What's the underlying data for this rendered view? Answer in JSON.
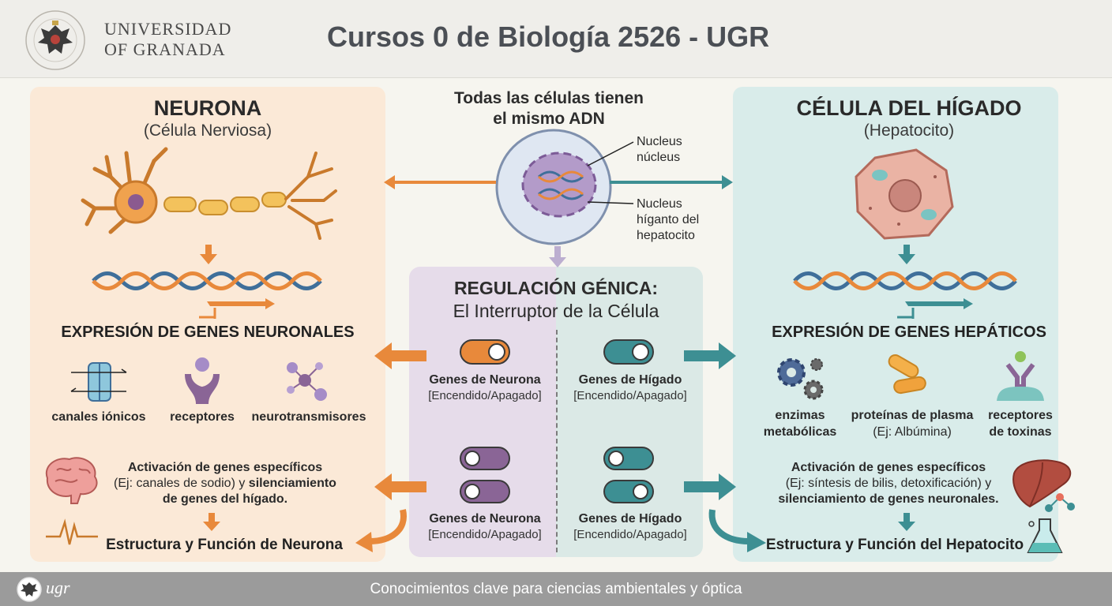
{
  "header": {
    "university_line1": "UNIVERSIDAD",
    "university_line2": "OF GRANADA",
    "title": "Cursos 0 de Biología 2526 - UGR"
  },
  "center": {
    "top_line1": "Todas las células tienen",
    "top_line2": "el mismo ADN",
    "nucleus_label1_line1": "Nucleus",
    "nucleus_label1_line2": "núcleus",
    "nucleus_label2_line1": "Nucleus",
    "nucleus_label2_line2": "híganto del",
    "nucleus_label2_line3": "hepatocito",
    "reg_title_line1": "REGULACIÓN GÉNICA:",
    "reg_title_line2": "El Interruptor de la Célula",
    "switch_groups": [
      {
        "label": "Genes de Neurona",
        "sub": "[Encendido/Apagado]"
      },
      {
        "label": "Genes de Hígado",
        "sub": "[Encendido/Apagado]"
      },
      {
        "label": "Genes de Neurona",
        "sub": "[Encendido/Apagado]"
      },
      {
        "label": "Genes de Hígado",
        "sub": "[Encendido/Apagado]"
      }
    ]
  },
  "left": {
    "title": "NEURONA",
    "subtitle": "(Célula Nerviosa)",
    "expression_title": "EXPRESIÓN DE GENES NEURONALES",
    "items": [
      "canales iónicos",
      "receptores",
      "neurotransmisores"
    ],
    "activation_line1": "Activación de genes específicos",
    "activation_line2a": "(Ej: canales de sodio) y ",
    "activation_line2b": "silenciamiento",
    "activation_line3": "de genes del hígado.",
    "result": "Estructura y Función de Neurona"
  },
  "right": {
    "title": "CÉLULA DEL HÍGADO",
    "subtitle": "(Hepatocito)",
    "expression_title": "EXPRESIÓN DE GENES HEPÁTICOS",
    "item1_line1": "enzimas",
    "item1_line2": "metabólicas",
    "item2_line1": "proteínas de plasma",
    "item2_line2": "(Ej: Albúmina)",
    "item3_line1": "receptores",
    "item3_line2": "de toxinas",
    "activation_line1": "Activación de genes específicos",
    "activation_line2": "(Ej: síntesis de bilis, detoxificación) y",
    "activation_line3": "silenciamiento de genes neuronales.",
    "result": "Estructura y Función del Hepatocito"
  },
  "footer": {
    "logo_text": "ugr",
    "text": "Conocimientos clave para ciencias ambientales y óptica"
  },
  "colors": {
    "orange": "#e8893b",
    "teal": "#3d8f93",
    "purple": "#8a6596",
    "blue_dna": "#3f6f9a"
  }
}
